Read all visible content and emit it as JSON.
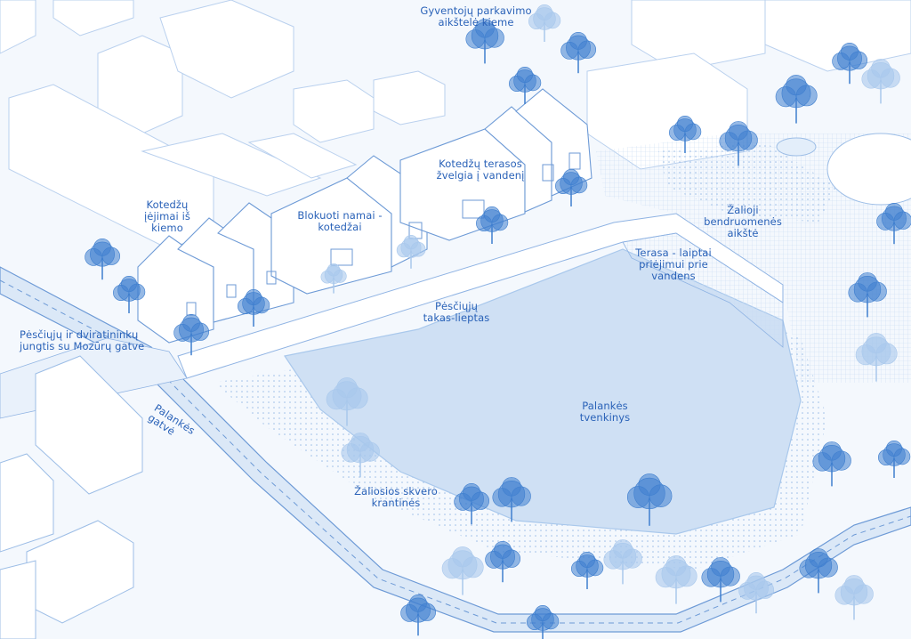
{
  "labels": {
    "parking": "Gyventojų parkavimo\naikštelė kieme",
    "cottage_entrances": "Kotedžų\nįėjimai iš\nkiemo",
    "blocked_houses": "Blokuoti namai -\nkotedžai",
    "cottage_terraces": "Kotedžų terasos\nžvelgia į vandenį",
    "green_square": "Žalioji\nbendruomenės\naikštė",
    "stairs_terrace": "Terasa - laiptai\npriėjimui prie\nvandens",
    "pedestrian_path": "Pėsčiųjų\ntakas-lieptas",
    "connection": "Pėsčiųjų ir dviratininkų\njungtis su Mozūrų gatve",
    "street": "Palankės\ngatvė",
    "pond": "Palankės\ntvenkinys",
    "banks": "Žaliosios skvero\nkrantinės"
  },
  "colors": {
    "background": "#f4f8fd",
    "water": "#cfe0f4",
    "building_fill": "#ffffff",
    "building_line": "#6d9ad6",
    "tree": "#3f7fcf",
    "tree_light": "#a9c8ec",
    "road": "#dbe8f7",
    "label_text": "#2a62b8"
  }
}
